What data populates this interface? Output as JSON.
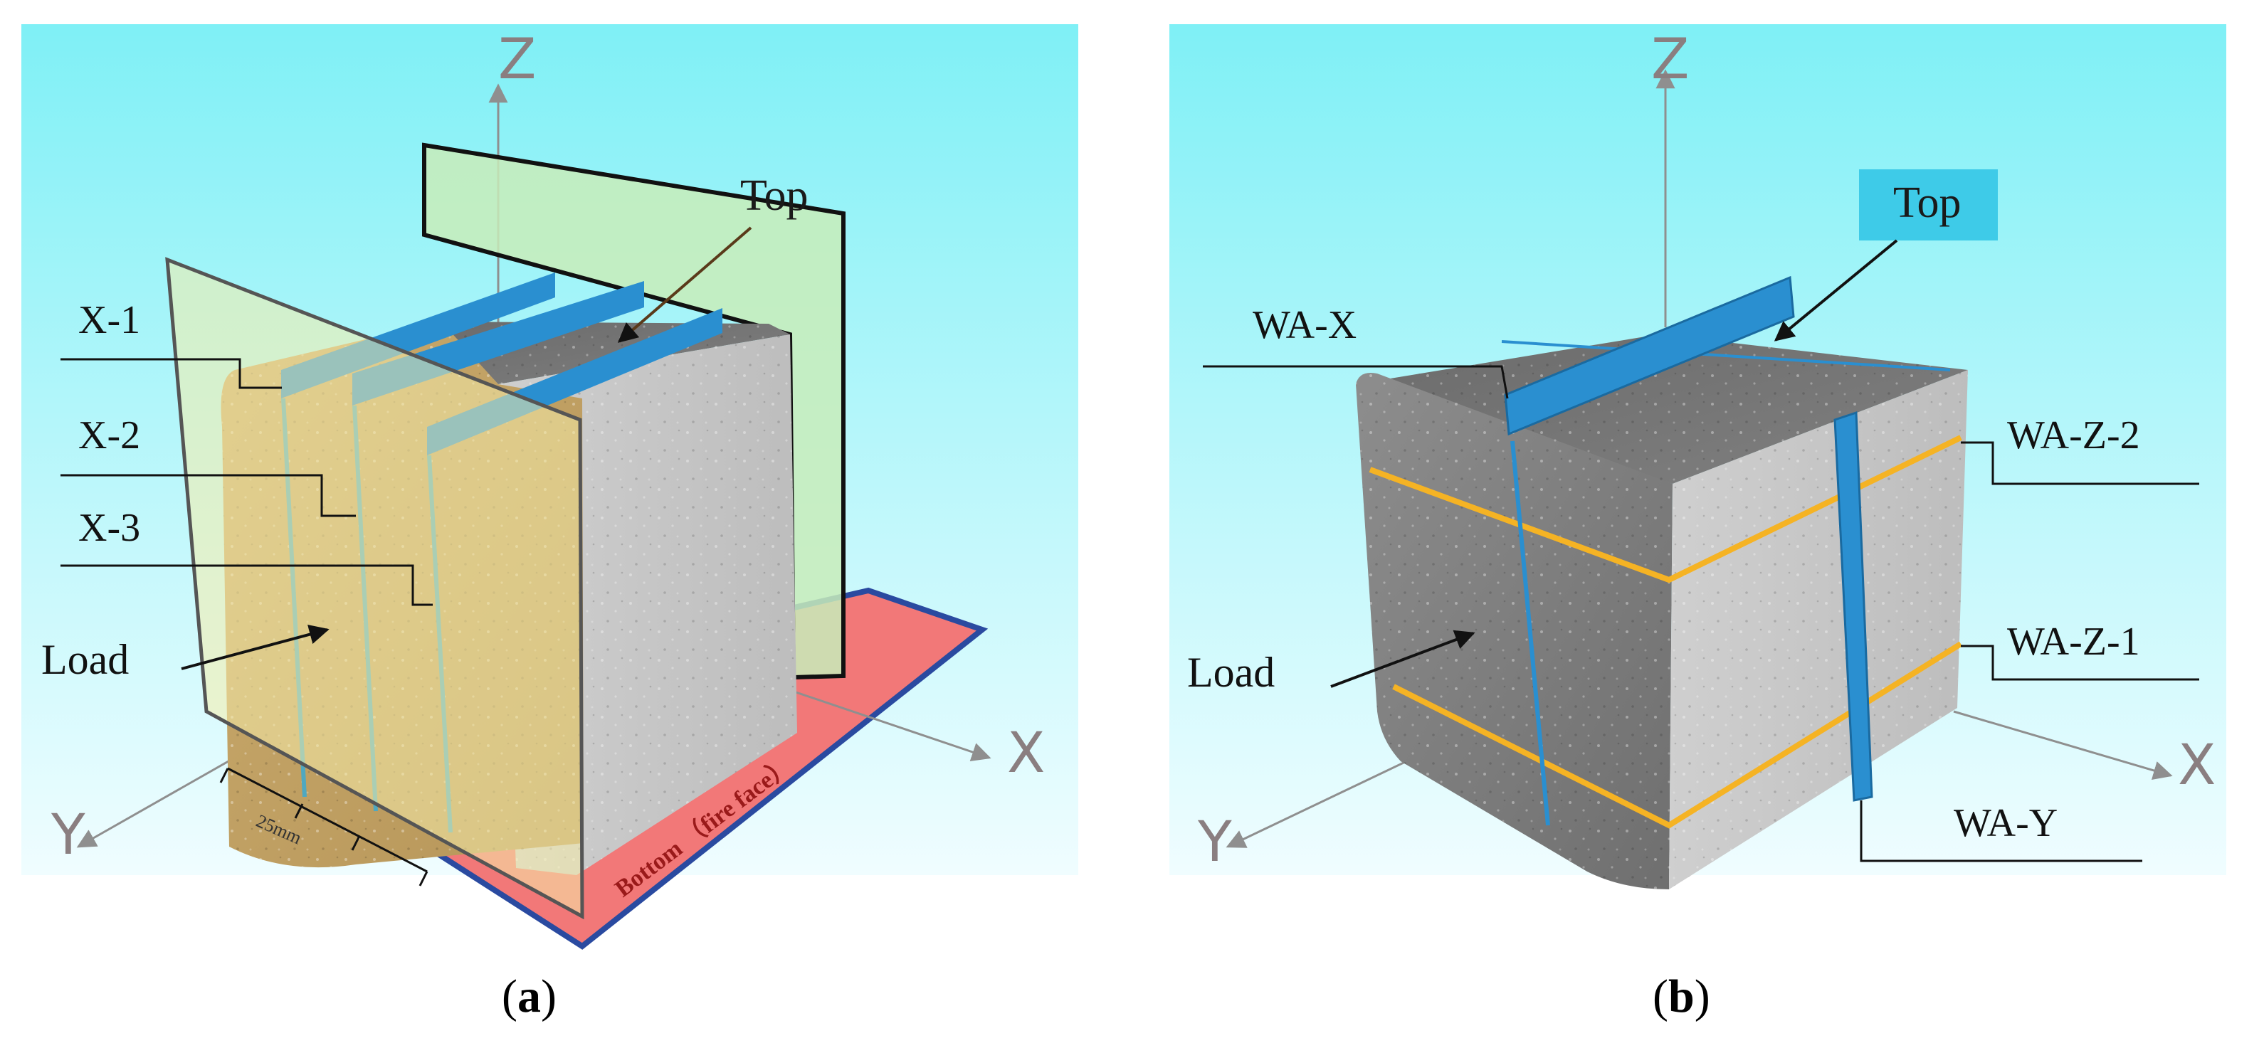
{
  "panel_a": {
    "caption_open": "(",
    "caption_letter": "a",
    "caption_close": ")",
    "axes": {
      "z": "Z",
      "x": "X",
      "y": "Y"
    },
    "slice_labels": [
      "X-1",
      "X-2",
      "X-3"
    ],
    "top_label": "Top",
    "load_label": "Load",
    "scale_label": "25mm",
    "bottom_label": "Bottom （fire face）"
  },
  "panel_b": {
    "caption_open": "(",
    "caption_letter": "b",
    "caption_close": ")",
    "axes": {
      "z": "Z",
      "x": "X",
      "y": "Y"
    },
    "top_label": "Top",
    "load_label": "Load",
    "wa_x_label": "WA-X",
    "wa_y_label": "WA-Y",
    "wa_z2_label": "WA-Z-2",
    "wa_z1_label": "WA-Z-1"
  },
  "colors": {
    "background_top": "#7ff0f6",
    "background_bottom": "#eefdff",
    "section_blue": "#2a8fd0",
    "orange_line": "#f5b324",
    "fire_face": "#f27878",
    "cube_gray": "#c9c9c9",
    "cube_tan": "#c7a86a"
  }
}
